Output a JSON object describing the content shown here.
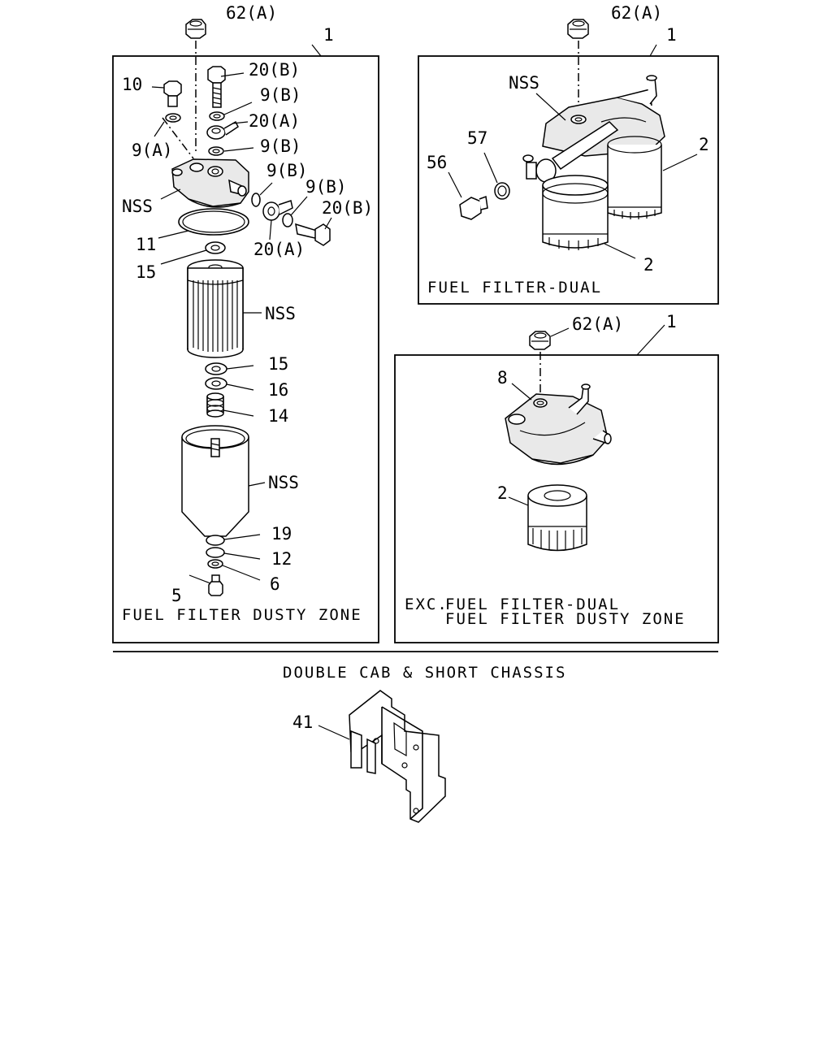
{
  "captions": {
    "dusty": "FUEL FILTER DUSTY ZONE",
    "dual": "FUEL FILTER-DUAL",
    "exc_prefix": "EXC.",
    "exc_line1": "FUEL FILTER-DUAL",
    "exc_line2": "FUEL FILTER DUSTY ZONE",
    "section": "DOUBLE CAB & SHORT CHASSIS"
  },
  "labels": {
    "p62a_left": "62(A)",
    "p1_left": "1",
    "p20b_a": "20(B)",
    "p10": "10",
    "p9b_a": "9(B)",
    "p20a_a": "20(A)",
    "p9a": "9(A)",
    "p9b_b": "9(B)",
    "p9b_c": "9(B)",
    "p9b_d": "9(B)",
    "p20b_b": "20(B)",
    "nss_head": "NSS",
    "p11": "11",
    "p20a_b": "20(A)",
    "p15_a": "15",
    "nss_element": "NSS",
    "p15_b": "15",
    "p16": "16",
    "p14": "14",
    "nss_bowl": "NSS",
    "p19": "19",
    "p12": "12",
    "p5": "5",
    "p6": "6",
    "p62a_dual": "62(A)",
    "p1_dual": "1",
    "nss_dual": "NSS",
    "p57": "57",
    "p56": "56",
    "p2_dual_a": "2",
    "p2_dual_b": "2",
    "p62a_exc": "62(A)",
    "p1_exc": "1",
    "p8": "8",
    "p2_exc": "2",
    "p41": "41"
  }
}
